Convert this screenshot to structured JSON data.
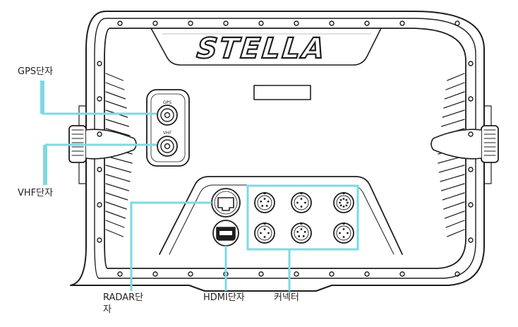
{
  "brand": "STELLA",
  "labels": {
    "gps": "GPS단자",
    "vhf": "VHF단자",
    "radar_line1": "RADAR단",
    "radar_line2": "자",
    "hdmi": "HDMI단자",
    "connector": "커넥터"
  },
  "port_marks": {
    "gps": "GPS",
    "vhf": "VHF"
  },
  "colors": {
    "callout": "#7dd9e3",
    "outline": "#1e1e1e",
    "background": "#ffffff"
  },
  "icons": [
    "screw-icon",
    "rj45-port-icon",
    "hdmi-port-icon",
    "coax-connector-icon",
    "pin-connector-icon",
    "side-knob-icon"
  ]
}
